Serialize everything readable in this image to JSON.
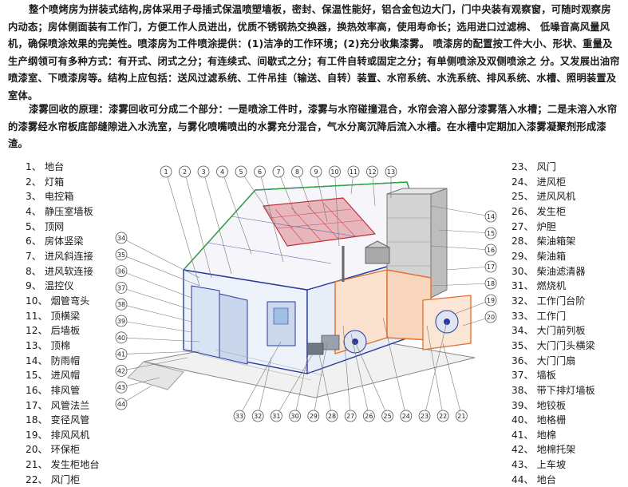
{
  "description": {
    "paragraph1": "整个喷烤房为拼装式结构,房体采用子母插式保温喷塑墙板，密封、保温性能好，铝合金包边大门，门中央装有观察窗，可随时观察房内动态；房体侧面装有工作门，方便工作人员进出，优质不锈钢热交换器，换热效率高，使用寿命长；选用进口过滤棉、 低噪音高风量风机，确保喷涂效果的完美性。喷漆房为工件喷涂提供：(1)洁净的工作环境；(2)充分收集漆雾。 喷漆房的配置按工件大小、形状、重量及生产纲领可有多种方式：有开式、闭式之分；有连续式、间歇式之分；有工件自转或固定之分；有单侧喷涂及双侧喷涂之 分。又发展出油帘喷漆室、下喷漆房等。结构上应包括：送风过滤系统、工件吊挂（输送、自转）装置、水帘系统、水洗系统、排风系统、水槽、照明装置及室体。",
    "paragraph2": "漆雾回收的原理：漆雾回收可分成二个部分：一是喷涂工件时，漆雾与水帘碰撞混合，水帘会溶入部分漆雾落入水槽；二是未溶入水帘的漆雾经水帘板底部缝隙进入水洗室，与雾化喷嘴喷出的水雾充分混合，气水分离沉降后流入水槽。在水槽中定期加入漆雾凝聚剂形成漆渣。"
  },
  "legend_left": [
    "1、 地台",
    "2、 灯箱",
    "3、 电控箱",
    "4、 静压室墙板",
    "5、 顶网",
    "6、 房体竖梁",
    "7、 进风斜连接",
    "8、 进风软连接",
    "9、 温控仪",
    "10、 烟管弯头",
    "11、 顶横梁",
    "12、 后墙板",
    "13、 顶棉",
    "14、 防雨帽",
    "15、 进风帽",
    "16、 排风管",
    "17、 风管法兰",
    "18、 变径风管",
    "19、 排风风机",
    "20、 环保柜",
    "21、 发生柜地台",
    "22、 风门柜"
  ],
  "legend_right": [
    "23、 风门",
    "24、 进风柜",
    "25、 进风风机",
    "26、 发生柜",
    "27、 炉胆",
    "28、 柴油箱架",
    "29、 柴油箱",
    "30、 柴油滤清器",
    "31、 燃烧机",
    "32、 工作门台阶",
    "33、 工作门",
    "34、 大门前列板",
    "35、 大门门头横梁",
    "36、 大门门扇",
    "37、 墙板",
    "38、 带下排灯墙板",
    "39、 地铰板",
    "40、 地格栅",
    "41、 地棉",
    "42、 地棉托架",
    "43、 上车坡",
    "44、 地台"
  ],
  "callouts_top": [
    "1",
    "2",
    "3",
    "4",
    "5",
    "6",
    "7",
    "8",
    "9",
    "10",
    "11",
    "12",
    "13"
  ],
  "callouts_left": [
    "34",
    "35",
    "36",
    "37",
    "38",
    "39",
    "40",
    "41",
    "42",
    "43",
    "44"
  ],
  "callouts_right": [
    "14",
    "15",
    "16",
    "17",
    "18",
    "19",
    "20"
  ],
  "callouts_bottom": [
    "33",
    "32",
    "31",
    "30",
    "29",
    "28",
    "27",
    "26",
    "25",
    "24",
    "23",
    "22",
    "21"
  ],
  "colors": {
    "text": "#1a1a1a",
    "callout_line": "#7a7a7a",
    "frame": "#2a3a9a",
    "outline_green": "#2faa3a",
    "cabinet_orange": "#e0702a",
    "roof_red": "#c0303a",
    "duct_gray": "#b9b9b9"
  }
}
